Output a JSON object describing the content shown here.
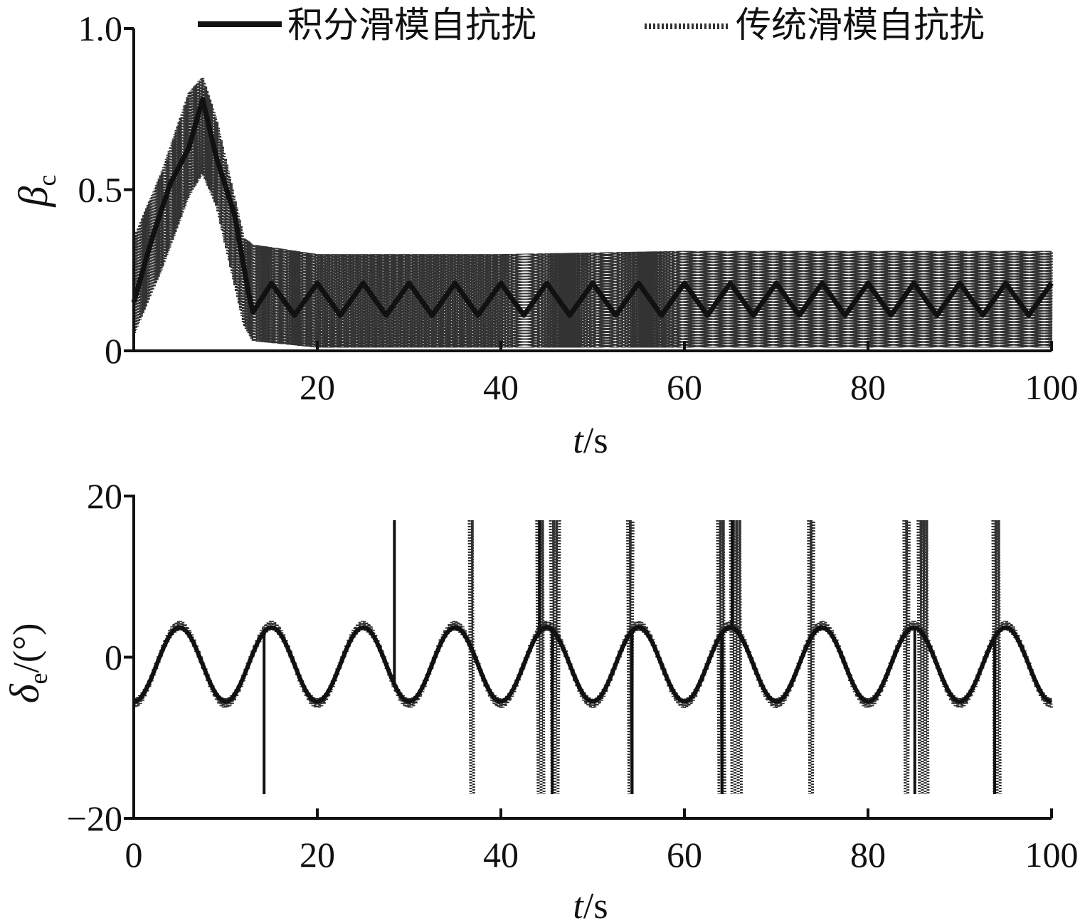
{
  "legend": {
    "items": [
      {
        "label": "积分滑模自抗扰",
        "style": "solid"
      },
      {
        "label": "传统滑模自抗扰",
        "style": "dotted"
      }
    ]
  },
  "colors": {
    "ink": "#111111",
    "dotted": "#333333"
  },
  "chart_data": [
    {
      "type": "line",
      "title": "",
      "ylabel_symbol": "β",
      "ylabel_sub": "c",
      "xlabel_var": "t",
      "xlabel_unit": "/s",
      "xlim": [
        0,
        100
      ],
      "ylim": [
        0,
        1.0
      ],
      "xticks": [
        "20",
        "40",
        "60",
        "80",
        "100"
      ],
      "yticks": [
        "0",
        "0.5",
        "1.0"
      ],
      "xtick_values": [
        20,
        40,
        60,
        80,
        100
      ],
      "ytick_values": [
        0,
        0.5,
        1.0
      ],
      "grid": false,
      "legend_position": "top",
      "series": [
        {
          "name": "积分滑模自抗扰",
          "style": "solid",
          "x": [
            0,
            2,
            4,
            6,
            7.5,
            9,
            11,
            12.5,
            13,
            15,
            17.5,
            20,
            22.5,
            25,
            27.5,
            30,
            32.5,
            35,
            37.5,
            40,
            42.5,
            45,
            47.5,
            50,
            52.5,
            55,
            57.5,
            60,
            62.5,
            65,
            67.5,
            70,
            72.5,
            75,
            77.5,
            80,
            82.5,
            85,
            87.5,
            90,
            92.5,
            95,
            97.5,
            100
          ],
          "y": [
            0.15,
            0.35,
            0.52,
            0.63,
            0.78,
            0.6,
            0.42,
            0.18,
            0.12,
            0.21,
            0.11,
            0.21,
            0.11,
            0.21,
            0.11,
            0.21,
            0.11,
            0.21,
            0.11,
            0.21,
            0.11,
            0.21,
            0.11,
            0.21,
            0.11,
            0.21,
            0.11,
            0.21,
            0.11,
            0.21,
            0.11,
            0.21,
            0.11,
            0.21,
            0.11,
            0.21,
            0.11,
            0.21,
            0.11,
            0.21,
            0.11,
            0.21,
            0.11,
            0.21
          ]
        },
        {
          "name": "传统滑模自抗扰",
          "style": "dotted",
          "band": {
            "t": [
              0,
              3,
              6,
              7.5,
              9,
              12,
              13,
              20,
              40,
              60,
              80,
              100
            ],
            "upper": [
              0.35,
              0.55,
              0.8,
              0.85,
              0.72,
              0.35,
              0.33,
              0.3,
              0.3,
              0.31,
              0.31,
              0.31
            ],
            "lower": [
              0.05,
              0.25,
              0.48,
              0.55,
              0.45,
              0.08,
              0.03,
              0.01,
              0.01,
              0.01,
              0.01,
              0.01
            ]
          }
        }
      ]
    },
    {
      "type": "line",
      "title": "",
      "ylabel_symbol": "δ",
      "ylabel_sub": "e",
      "ylabel_unit": "/(°)",
      "xlabel_var": "t",
      "xlabel_unit": "/s",
      "xlim": [
        0,
        100
      ],
      "ylim": [
        -20,
        20
      ],
      "xticks": [
        "0",
        "20",
        "40",
        "60",
        "80",
        "100"
      ],
      "yticks": [
        "−20",
        "0",
        "20"
      ],
      "xtick_values": [
        0,
        20,
        40,
        60,
        80,
        100
      ],
      "ytick_values": [
        -20,
        0,
        20
      ],
      "grid": false,
      "legend_position": "top",
      "series": [
        {
          "name": "积分滑模自抗扰",
          "style": "solid",
          "sine": {
            "period": 10,
            "amplitude": 4.6,
            "offset": -0.9,
            "peak_at": 5
          },
          "spikes": [
            {
              "t": 14.2,
              "y": -17
            },
            {
              "t": 28.4,
              "y": 17
            },
            {
              "t": 44.2,
              "y": 17
            },
            {
              "t": 45.6,
              "y": -17
            },
            {
              "t": 54.3,
              "y": -17
            },
            {
              "t": 64.1,
              "y": -17
            },
            {
              "t": 65.2,
              "y": 17
            },
            {
              "t": 85.1,
              "y": -17
            },
            {
              "t": 93.8,
              "y": -17
            }
          ]
        },
        {
          "name": "传统滑模自抗扰",
          "style": "dotted",
          "sine": {
            "period": 10,
            "amplitude": 4.8,
            "offset": -0.9,
            "peak_at": 5
          },
          "spike_bursts": [
            {
              "t": 36.8,
              "width": 0.5
            },
            {
              "t": 44.3,
              "width": 0.8
            },
            {
              "t": 45.9,
              "width": 1.0
            },
            {
              "t": 54.1,
              "width": 0.6
            },
            {
              "t": 64.0,
              "width": 0.8
            },
            {
              "t": 65.6,
              "width": 1.2
            },
            {
              "t": 73.8,
              "width": 0.6
            },
            {
              "t": 84.2,
              "width": 0.6
            },
            {
              "t": 86.0,
              "width": 1.1
            },
            {
              "t": 94.0,
              "width": 0.8
            }
          ],
          "burst_range": [
            -17,
            17
          ]
        }
      ]
    }
  ]
}
